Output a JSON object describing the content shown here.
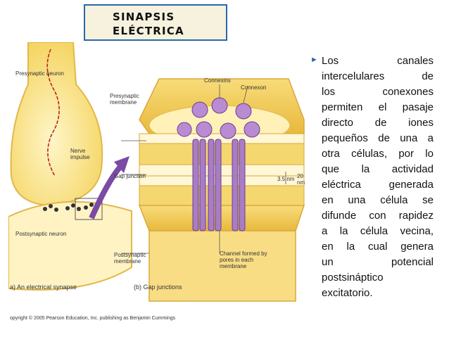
{
  "title": {
    "line1": "SINAPSIS",
    "line2": "ELÉCTRICA"
  },
  "figure": {
    "labels": {
      "presynaptic_neuron": "Presynaptic neuron",
      "nerve_impulse": "Nerve impulse",
      "postsynaptic_neuron": "Postsynaptic neuron",
      "presynaptic_membrane": "Presynaptic membrane",
      "connexins": "Connexins",
      "connexon": "Connexon",
      "gap_junction": "Gap junction",
      "size_35nm": "3.5 nm",
      "size_20nm": "20 nm",
      "channel": "Channel formed by pores in each membrane",
      "postsynaptic_membrane": "Postsynaptic membrane",
      "caption_a": "a) An electrical synapse",
      "caption_b": "(b) Gap junctions",
      "copyright": "opyright © 2005 Pearson Education, Inc. publishing as Benjamin Cummings"
    }
  },
  "bullet": {
    "icon": "bullet-arrow-icon",
    "lines": [
      [
        "Los",
        "canales"
      ],
      [
        "intercelulares",
        "de"
      ],
      [
        "los",
        "conexones"
      ],
      "permiten el pasaje",
      "directo de iones",
      "pequeños de una a",
      "otra células, por lo",
      "que la actividad",
      "eléctrica generada",
      "en una célula se",
      "difunde con rapidez",
      "a la célula vecina,",
      "en la cual genera",
      [
        "un",
        "potencial"
      ],
      "postsináptico",
      "excitatorio."
    ]
  },
  "colors": {
    "accent": "#2a67a8",
    "membrane": "#f2c94c",
    "connexon": "#a97dc3"
  }
}
